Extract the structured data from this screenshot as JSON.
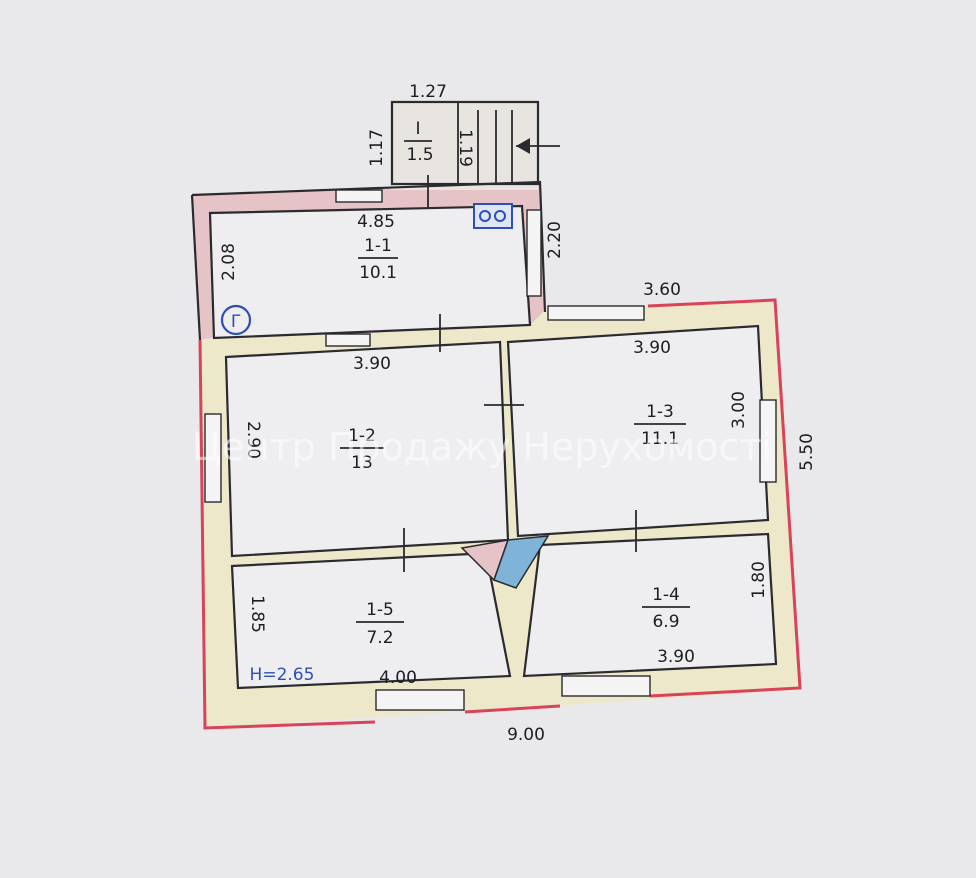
{
  "plan": {
    "rooms": [
      {
        "id": "1-1",
        "area": "10.1"
      },
      {
        "id": "1-2",
        "area": "13"
      },
      {
        "id": "1-3",
        "area": "11.1"
      },
      {
        "id": "1-4",
        "area": "6.9"
      },
      {
        "id": "1-5",
        "area": "7.2"
      }
    ],
    "porch": {
      "id": "I",
      "area": "1.5"
    },
    "dimensions": {
      "porch_width": "1.27",
      "porch_left": "1.17",
      "porch_right": "1.19",
      "r1_width": "4.85",
      "r1_height": "2.08",
      "r1_right": "2.20",
      "r2_width": "3.90",
      "r2_height": "2.90",
      "r3_top_outer": "3.60",
      "r3_width": "3.90",
      "r3_height": "3.00",
      "right_outer": "5.50",
      "r4_height": "1.80",
      "r4_width": "3.90",
      "r5_height": "1.85",
      "r5_width": "4.00",
      "bottom_outer": "9.00"
    },
    "ceiling_height": "H=2.65",
    "stove_letter": "Г"
  },
  "watermark": "Центр Продажу Нерухомості",
  "colors": {
    "paper": "#e9e9ec",
    "wall_fill": "#ece8c9",
    "red_outline": "#d9435a",
    "pink_fill": "#e6c3c6",
    "blue_fill": "#7fb3d8",
    "ink_blue": "#2b4fb4",
    "ink_red": "#c93a3a"
  }
}
